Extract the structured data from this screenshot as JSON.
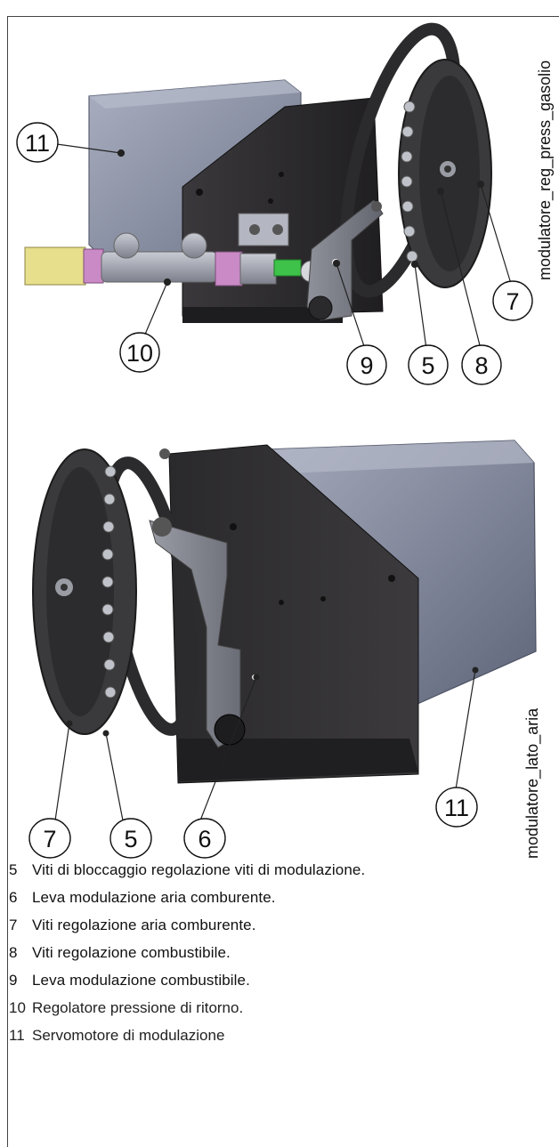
{
  "figure_top": {
    "label": "modulatore_reg_press_gasolio",
    "callouts": [
      "11",
      "10",
      "9",
      "5",
      "8",
      "7"
    ]
  },
  "figure_bottom": {
    "label": "modulatore_lato_aria",
    "callouts": [
      "7",
      "5",
      "6",
      "11"
    ]
  },
  "legend": [
    {
      "num": "5",
      "text": "Viti di bloccaggio regolazione viti di modulazione."
    },
    {
      "num": "6",
      "text": "Leva modulazione aria comburente."
    },
    {
      "num": "7",
      "text": "Viti regolazione aria comburente."
    },
    {
      "num": "8",
      "text": "Viti regolazione combustibile."
    },
    {
      "num": "9",
      "text": "Leva modulazione combustibile."
    },
    {
      "num": "10",
      "text": "Regolatore pressione di ritorno."
    },
    {
      "num": "11",
      "text": "Servomotore di modulazione"
    }
  ],
  "colors": {
    "motor": "#8b92a6",
    "body": "#2e2c2e",
    "ring": "#3a3a3c",
    "fitting_brass": "#e7df8c",
    "fitting_pink": "#c98ac6",
    "nipple_green": "#3ec24a"
  }
}
